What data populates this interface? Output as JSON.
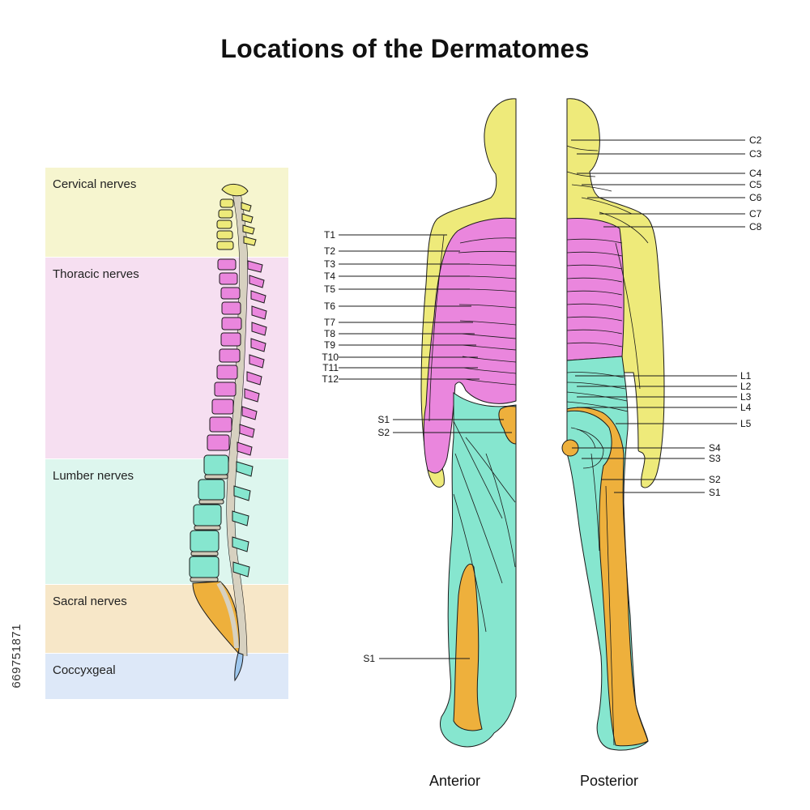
{
  "title": "Locations of the Dermatomes",
  "stock_id": "669751871",
  "regions": [
    {
      "label": "Cervical nerves",
      "color": "#f6f5cf"
    },
    {
      "label": "Thoracic nerves",
      "color": "#f6dff1"
    },
    {
      "label": "Lumber nerves",
      "color": "#ddf6ee"
    },
    {
      "label": "Sacral nerves",
      "color": "#f7e7c8"
    },
    {
      "label": "Coccyxgeal",
      "color": "#dde8f8"
    }
  ],
  "views": {
    "anterior": "Anterior",
    "posterior": "Posterior"
  },
  "colors": {
    "cervical": "#eeea7a",
    "thoracic": "#ea86dd",
    "lumbar": "#86e6cf",
    "sacral": "#eeb03c",
    "coccygeal": "#9ec7ee",
    "spinal_cord": "#d7d1c0",
    "outline": "#1a1a1a"
  },
  "anterior_labels": [
    "T1",
    "T2",
    "T3",
    "T4",
    "T5",
    "T6",
    "T7",
    "T8",
    "T9",
    "T10",
    "T11",
    "T12",
    "S1",
    "S2",
    "S1"
  ],
  "posterior_labels": [
    "C2",
    "C3",
    "C4",
    "C5",
    "C6",
    "C7",
    "C8",
    "L1",
    "L2",
    "L3",
    "L4",
    "L5",
    "S4",
    "S3",
    "S2",
    "S1"
  ]
}
